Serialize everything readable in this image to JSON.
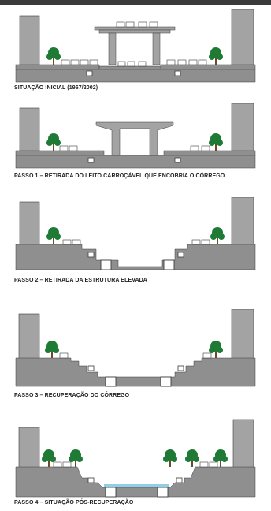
{
  "captions": {
    "p0": "SITUAÇÃO INICIAL (1967/2002)",
    "p1": "PASSO 1 – RETIRADA DO LEITO CARROÇÁVEL QUE ENCOBRIA O CÓRREGO",
    "p2": "PASSO 2 – RETIRADA DA ESTRUTURA ELEVADA",
    "p3": "PASSO 3 – RECUPERAÇÃO DO CÓRREGO",
    "p4": "PASSO 4 – SITUAÇÃO PÓS-RECUPERAÇÃO"
  },
  "colors": {
    "ground": "#8f8f8f",
    "building": "#a3a3a3",
    "outline": "#3d3d3d",
    "tree": "#1f7a35",
    "trunk": "#6b4a2a",
    "water": "#8fd0e6",
    "page": "#ffffff"
  }
}
